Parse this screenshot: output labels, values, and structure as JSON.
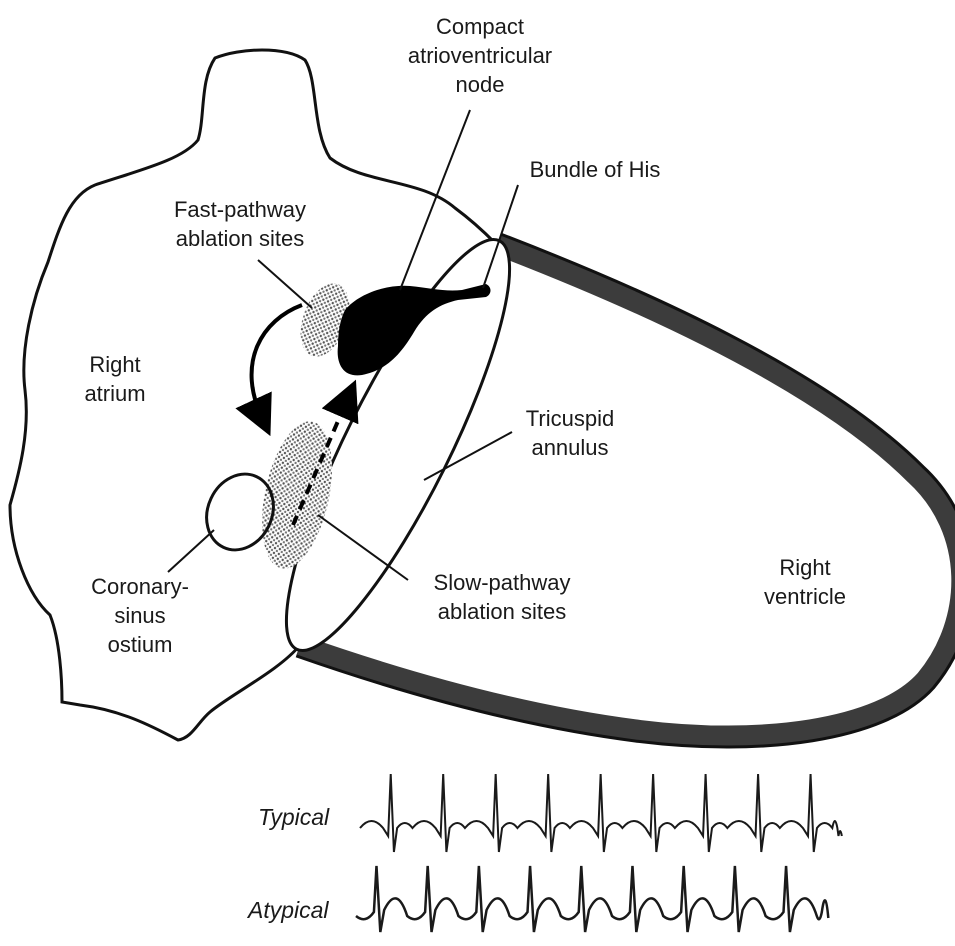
{
  "labels": {
    "compact_av_node": "Compact\natrioventricular\nnode",
    "bundle_of_his": "Bundle of His",
    "fast_pathway": "Fast-pathway\nablation sites",
    "right_atrium": "Right\natrium",
    "tricuspid_annulus": "Tricuspid\nannulus",
    "coronary_sinus_ostium": "Coronary-\nsinus\nostium",
    "slow_pathway": "Slow-pathway\nablation sites",
    "right_ventricle": "Right\nventricle"
  },
  "ecg": {
    "typical_label": "Typical",
    "atypical_label": "Atypical"
  },
  "colors": {
    "outline": "#111111",
    "ventricle_wall": "#3c3c3c",
    "av_node": "#000000",
    "ablation_hatch": "#8a8a8a"
  }
}
